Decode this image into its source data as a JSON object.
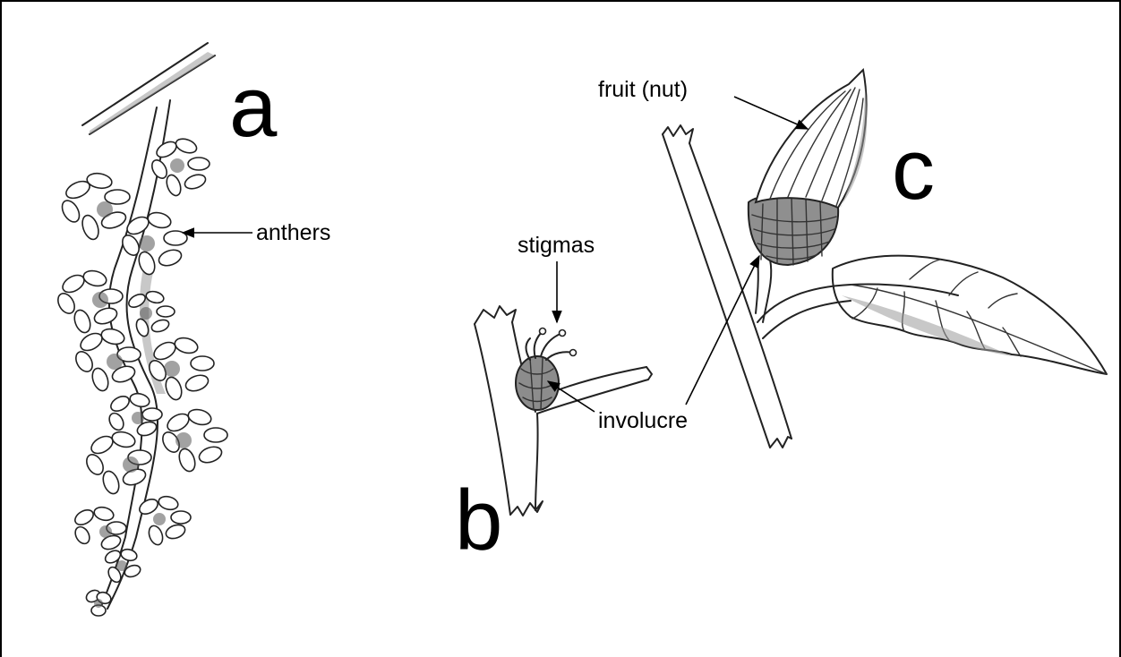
{
  "panels": {
    "a": {
      "letter": "a",
      "labels": {
        "anthers": "anthers"
      }
    },
    "b": {
      "letter": "b",
      "labels": {
        "stigmas": "stigmas",
        "involucre": "involucre"
      }
    },
    "c": {
      "letter": "c",
      "labels": {
        "fruit": "fruit (nut)"
      }
    }
  },
  "icons": {
    "catkin": "catkin-illustration",
    "female_flower": "female-flower-illustration",
    "fruit_branch": "fruit-branch-illustration",
    "arrow": "arrow-icon"
  },
  "colors": {
    "ink": "#222222",
    "background": "#ffffff",
    "frame": "#000000"
  }
}
